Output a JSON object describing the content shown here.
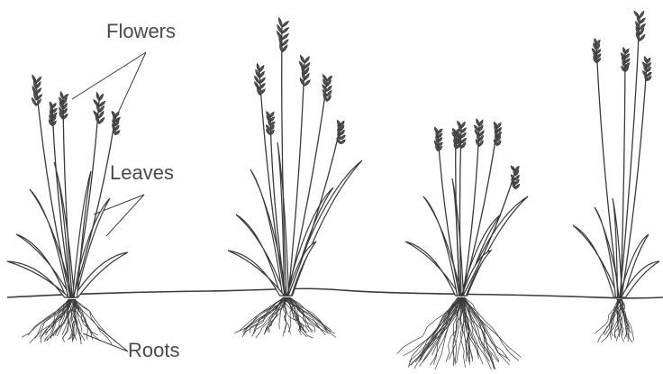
{
  "labels": {
    "flowers": "Flowers",
    "leaves": "Leaves",
    "roots": "Roots"
  },
  "colors": {
    "ink": "#3a3a3a",
    "label": "#4a4a4a",
    "background": "#ffffff"
  },
  "plants": [
    {
      "name": "plant-1",
      "root_type": "fibrous"
    },
    {
      "name": "plant-2",
      "root_type": "fibrous"
    },
    {
      "name": "plant-3",
      "root_type": "fibrous-deep"
    },
    {
      "name": "plant-4",
      "root_type": "small"
    }
  ]
}
